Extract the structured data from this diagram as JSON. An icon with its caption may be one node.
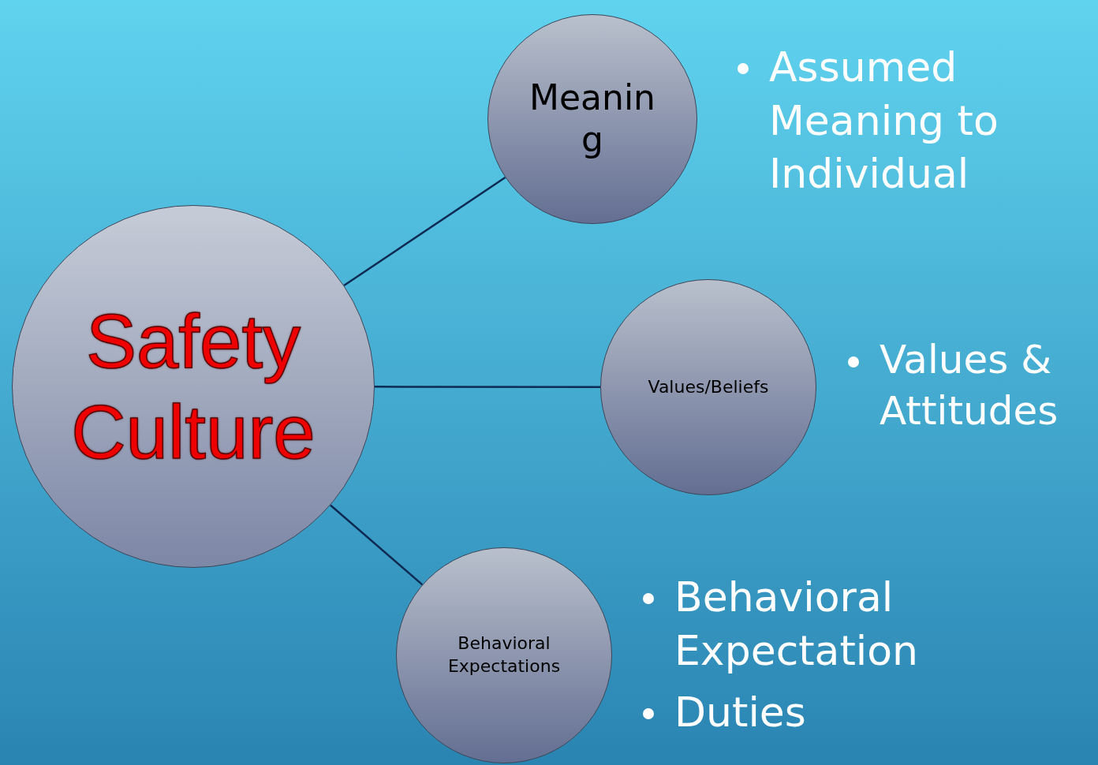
{
  "diagram": {
    "nodes": [
      {
        "text": [
          "Safety Culture"
        ]
      },
      {
        "text": [
          "Meaning"
        ]
      },
      {
        "text": [
          "Values/Beliefs"
        ]
      },
      {
        "text": [
          "Behavioral Expectations"
        ]
      }
    ],
    "edges": [
      {
        "from": 0,
        "to": 1,
        "arrow": "none"
      },
      {
        "from": 0,
        "to": 2,
        "arrow": "none"
      },
      {
        "from": 0,
        "to": 3,
        "arrow": "none"
      }
    ],
    "labels": [
      "Assumed Meaning to Individual",
      "Values & Attitudes",
      "Behavioral Expectation",
      "Duties"
    ]
  }
}
